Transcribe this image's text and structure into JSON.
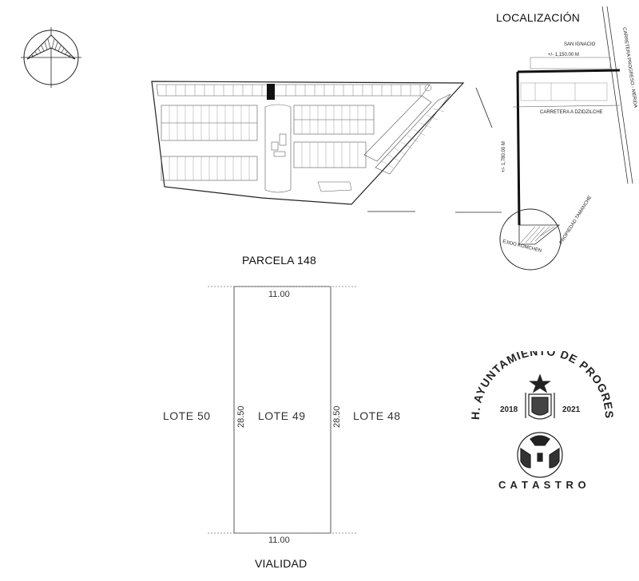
{
  "location": {
    "title": "LOCALIZACIÓN",
    "san_ignacio": "SAN IGNACIO",
    "dist_top": "+/-  1,150.00  M",
    "carretera_progreso": "CARRETERA PROGRESO - MÉRIDA",
    "carretera_dzidzilche": "CARRETERA A DZIDZILCHE",
    "dist_left": "+/-  1,780.00  M",
    "propiedad": "PROPIEDAD TAMANCHE",
    "ejido": "EJIDO KOMCHEN"
  },
  "parcel_title": "PARCELA 148",
  "lot": {
    "left_label": "LOTE 50",
    "center_label": "LOTE 49",
    "right_label": "LOTE 48",
    "top_dim": "11.00",
    "bottom_dim": "11.00",
    "left_dim": "28.50",
    "right_dim": "28.50",
    "road_label": "VIALIDAD"
  },
  "stamp": {
    "arc_text": "H. AYUNTAMIENTO DE PROGRESO",
    "year_left": "2018",
    "year_right": "2021",
    "bottom_text": "C A T A S T R O"
  }
}
